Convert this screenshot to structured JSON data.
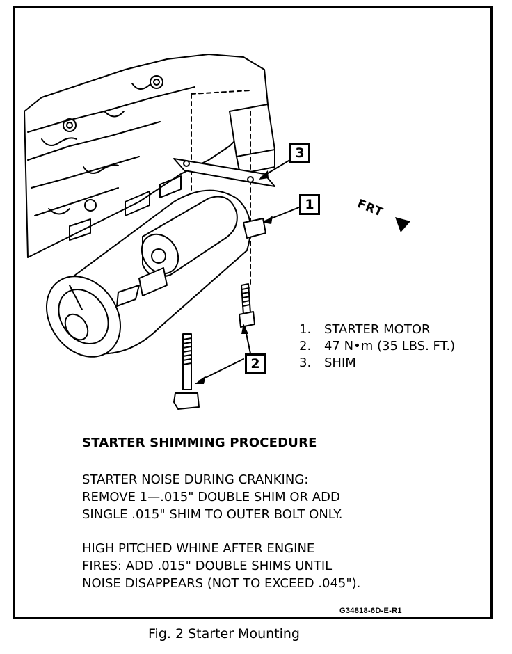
{
  "callouts": {
    "c1": "1",
    "c2": "2",
    "c3": "3"
  },
  "direction_label": "FRT",
  "legend": [
    {
      "num": "1.",
      "text": "STARTER MOTOR"
    },
    {
      "num": "2.",
      "text": "47 N•m (35 LBS. FT.)"
    },
    {
      "num": "3.",
      "text": "SHIM"
    }
  ],
  "procedure": {
    "title": "STARTER SHIMMING PROCEDURE",
    "paragraph1": [
      "STARTER NOISE DURING CRANKING:",
      "REMOVE 1—.015\" DOUBLE SHIM OR ADD",
      "SINGLE .015\" SHIM TO OUTER BOLT ONLY."
    ],
    "paragraph2": [
      "HIGH PITCHED WHINE AFTER ENGINE",
      "FIRES: ADD .015\" DOUBLE SHIMS UNTIL",
      "NOISE DISAPPEARS (NOT TO EXCEED .045\")."
    ]
  },
  "figure_code": "G34818-6D-E-R1",
  "caption": "Fig. 2 Starter Mounting",
  "colors": {
    "ink": "#000000",
    "paper": "#ffffff"
  }
}
